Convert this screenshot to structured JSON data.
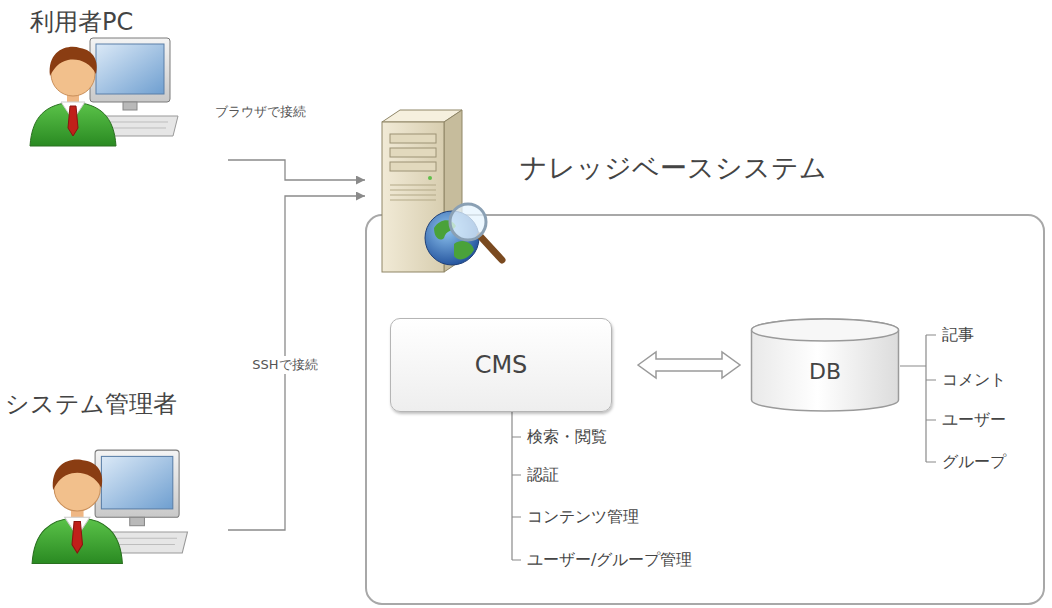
{
  "diagram": {
    "nodes": [
      {
        "text": [
          "利用者PC"
        ]
      },
      {
        "text": [
          "システム管理者"
        ]
      },
      {
        "text": [
          "ナレッジベースシステム"
        ]
      },
      {
        "text": [
          "CMS"
        ],
        "in": 2
      },
      {
        "text": [
          "DB"
        ],
        "in": 2
      }
    ],
    "edges": [
      {
        "from": 0,
        "to": 2,
        "arrow": "to",
        "label": "ブラウザで接続"
      },
      {
        "from": 1,
        "to": 2,
        "arrow": "to",
        "label": "SSHで接続"
      },
      {
        "from": 3,
        "to": 4,
        "arrow": "both"
      }
    ],
    "labels": [
      "検索・閲覧",
      "認証",
      "コンテンツ管理",
      "ユーザー/グループ管理",
      "記事",
      "コメント",
      "ユーザー",
      "グループ"
    ]
  }
}
